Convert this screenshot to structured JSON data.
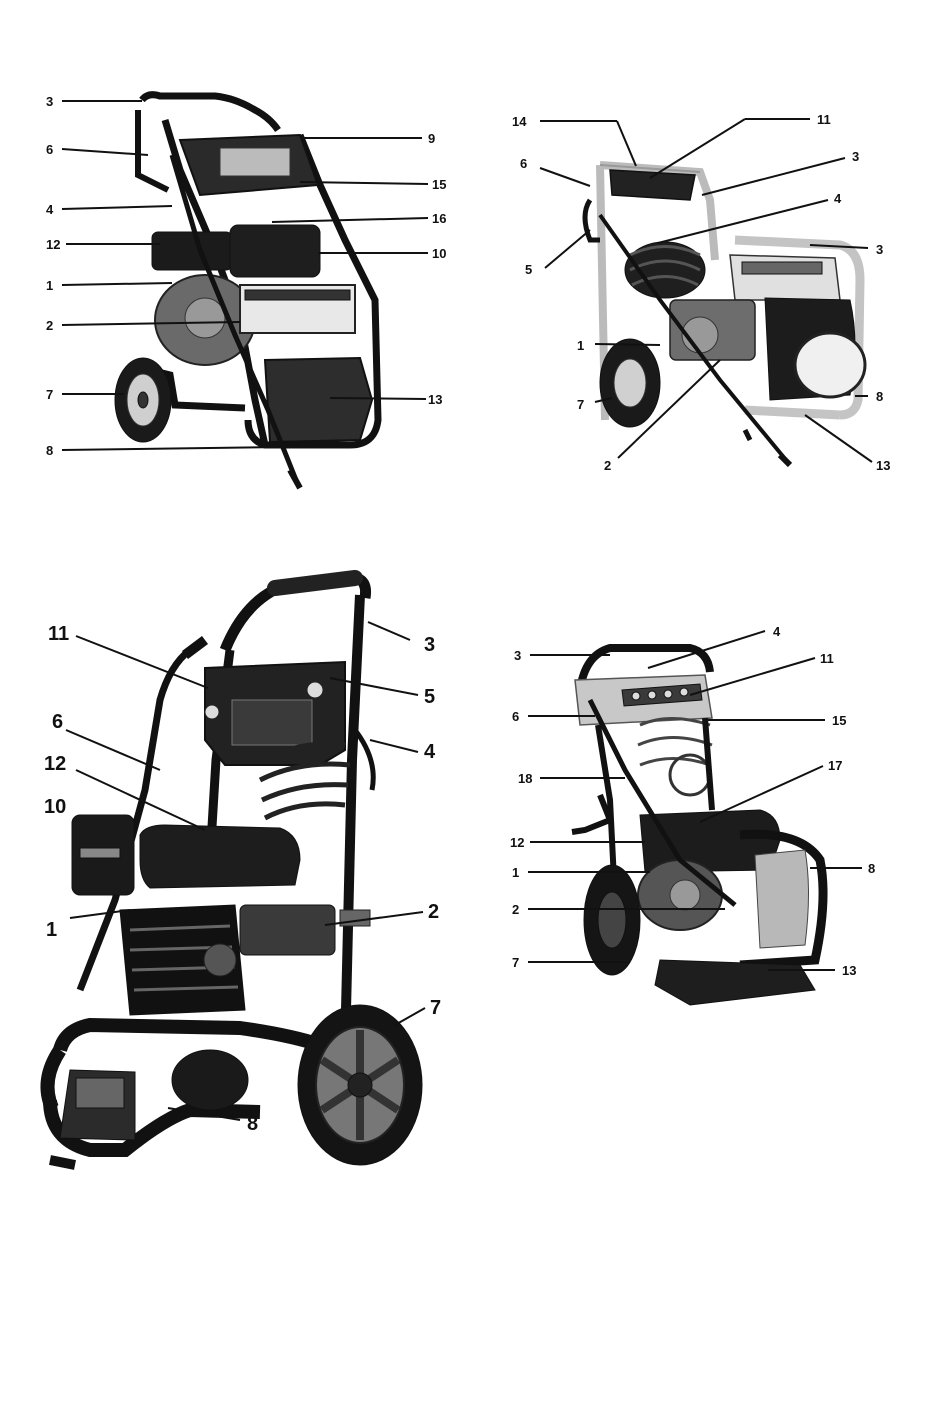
{
  "figures": [
    {
      "name": "figure-a",
      "callouts": [
        "3",
        "6",
        "4",
        "12",
        "1",
        "2",
        "7",
        "8",
        "9",
        "15",
        "16",
        "10",
        "13"
      ]
    },
    {
      "name": "figure-b",
      "callouts": [
        "14",
        "11",
        "3",
        "6",
        "4",
        "3",
        "5",
        "1",
        "7",
        "2",
        "8",
        "13"
      ]
    },
    {
      "name": "figure-c",
      "callouts": [
        "11",
        "6",
        "12",
        "10",
        "1",
        "3",
        "5",
        "4",
        "2",
        "7",
        "8"
      ]
    },
    {
      "name": "figure-d",
      "callouts": [
        "3",
        "4",
        "11",
        "6",
        "15",
        "18",
        "17",
        "12",
        "1",
        "8",
        "2",
        "7",
        "13"
      ]
    }
  ]
}
